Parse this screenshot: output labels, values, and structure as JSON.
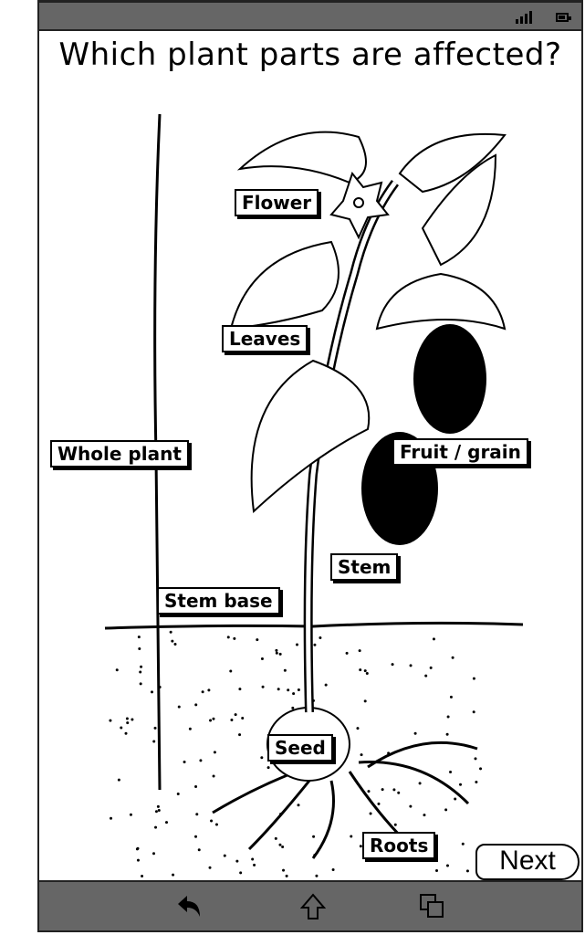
{
  "status_bar": {
    "signal_icon": "signal-icon",
    "battery_icon": "battery-icon"
  },
  "title": "Which plant parts are affected?",
  "parts": [
    {
      "id": "flower",
      "label": "Flower"
    },
    {
      "id": "leaves",
      "label": "Leaves"
    },
    {
      "id": "whole-plant",
      "label": "Whole plant"
    },
    {
      "id": "fruit-grain",
      "label": "Fruit / grain"
    },
    {
      "id": "stem",
      "label": "Stem"
    },
    {
      "id": "stem-base",
      "label": "Stem base"
    },
    {
      "id": "seed",
      "label": "Seed"
    },
    {
      "id": "roots",
      "label": "Roots"
    }
  ],
  "next_label": "Next",
  "nav_bar": {
    "back_icon": "back-icon",
    "home_icon": "home-icon",
    "recent_icon": "recent-apps-icon"
  }
}
